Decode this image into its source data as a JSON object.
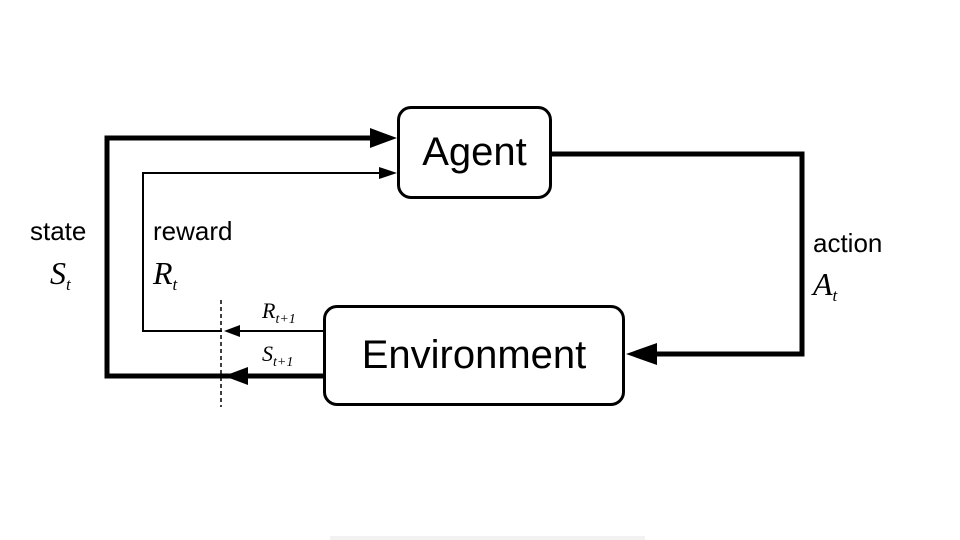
{
  "diagram": {
    "nodes": {
      "agent": "Agent",
      "environment": "Environment"
    },
    "signals": {
      "state": {
        "word": "state",
        "symbol": "S",
        "subscript": "t"
      },
      "reward": {
        "word": "reward",
        "symbol": "R",
        "subscript": "t"
      },
      "action": {
        "word": "action",
        "symbol": "A",
        "subscript": "t"
      },
      "next_reward": {
        "symbol": "R",
        "subscript": "t+1"
      },
      "next_state": {
        "symbol": "S",
        "subscript": "t+1"
      }
    }
  }
}
